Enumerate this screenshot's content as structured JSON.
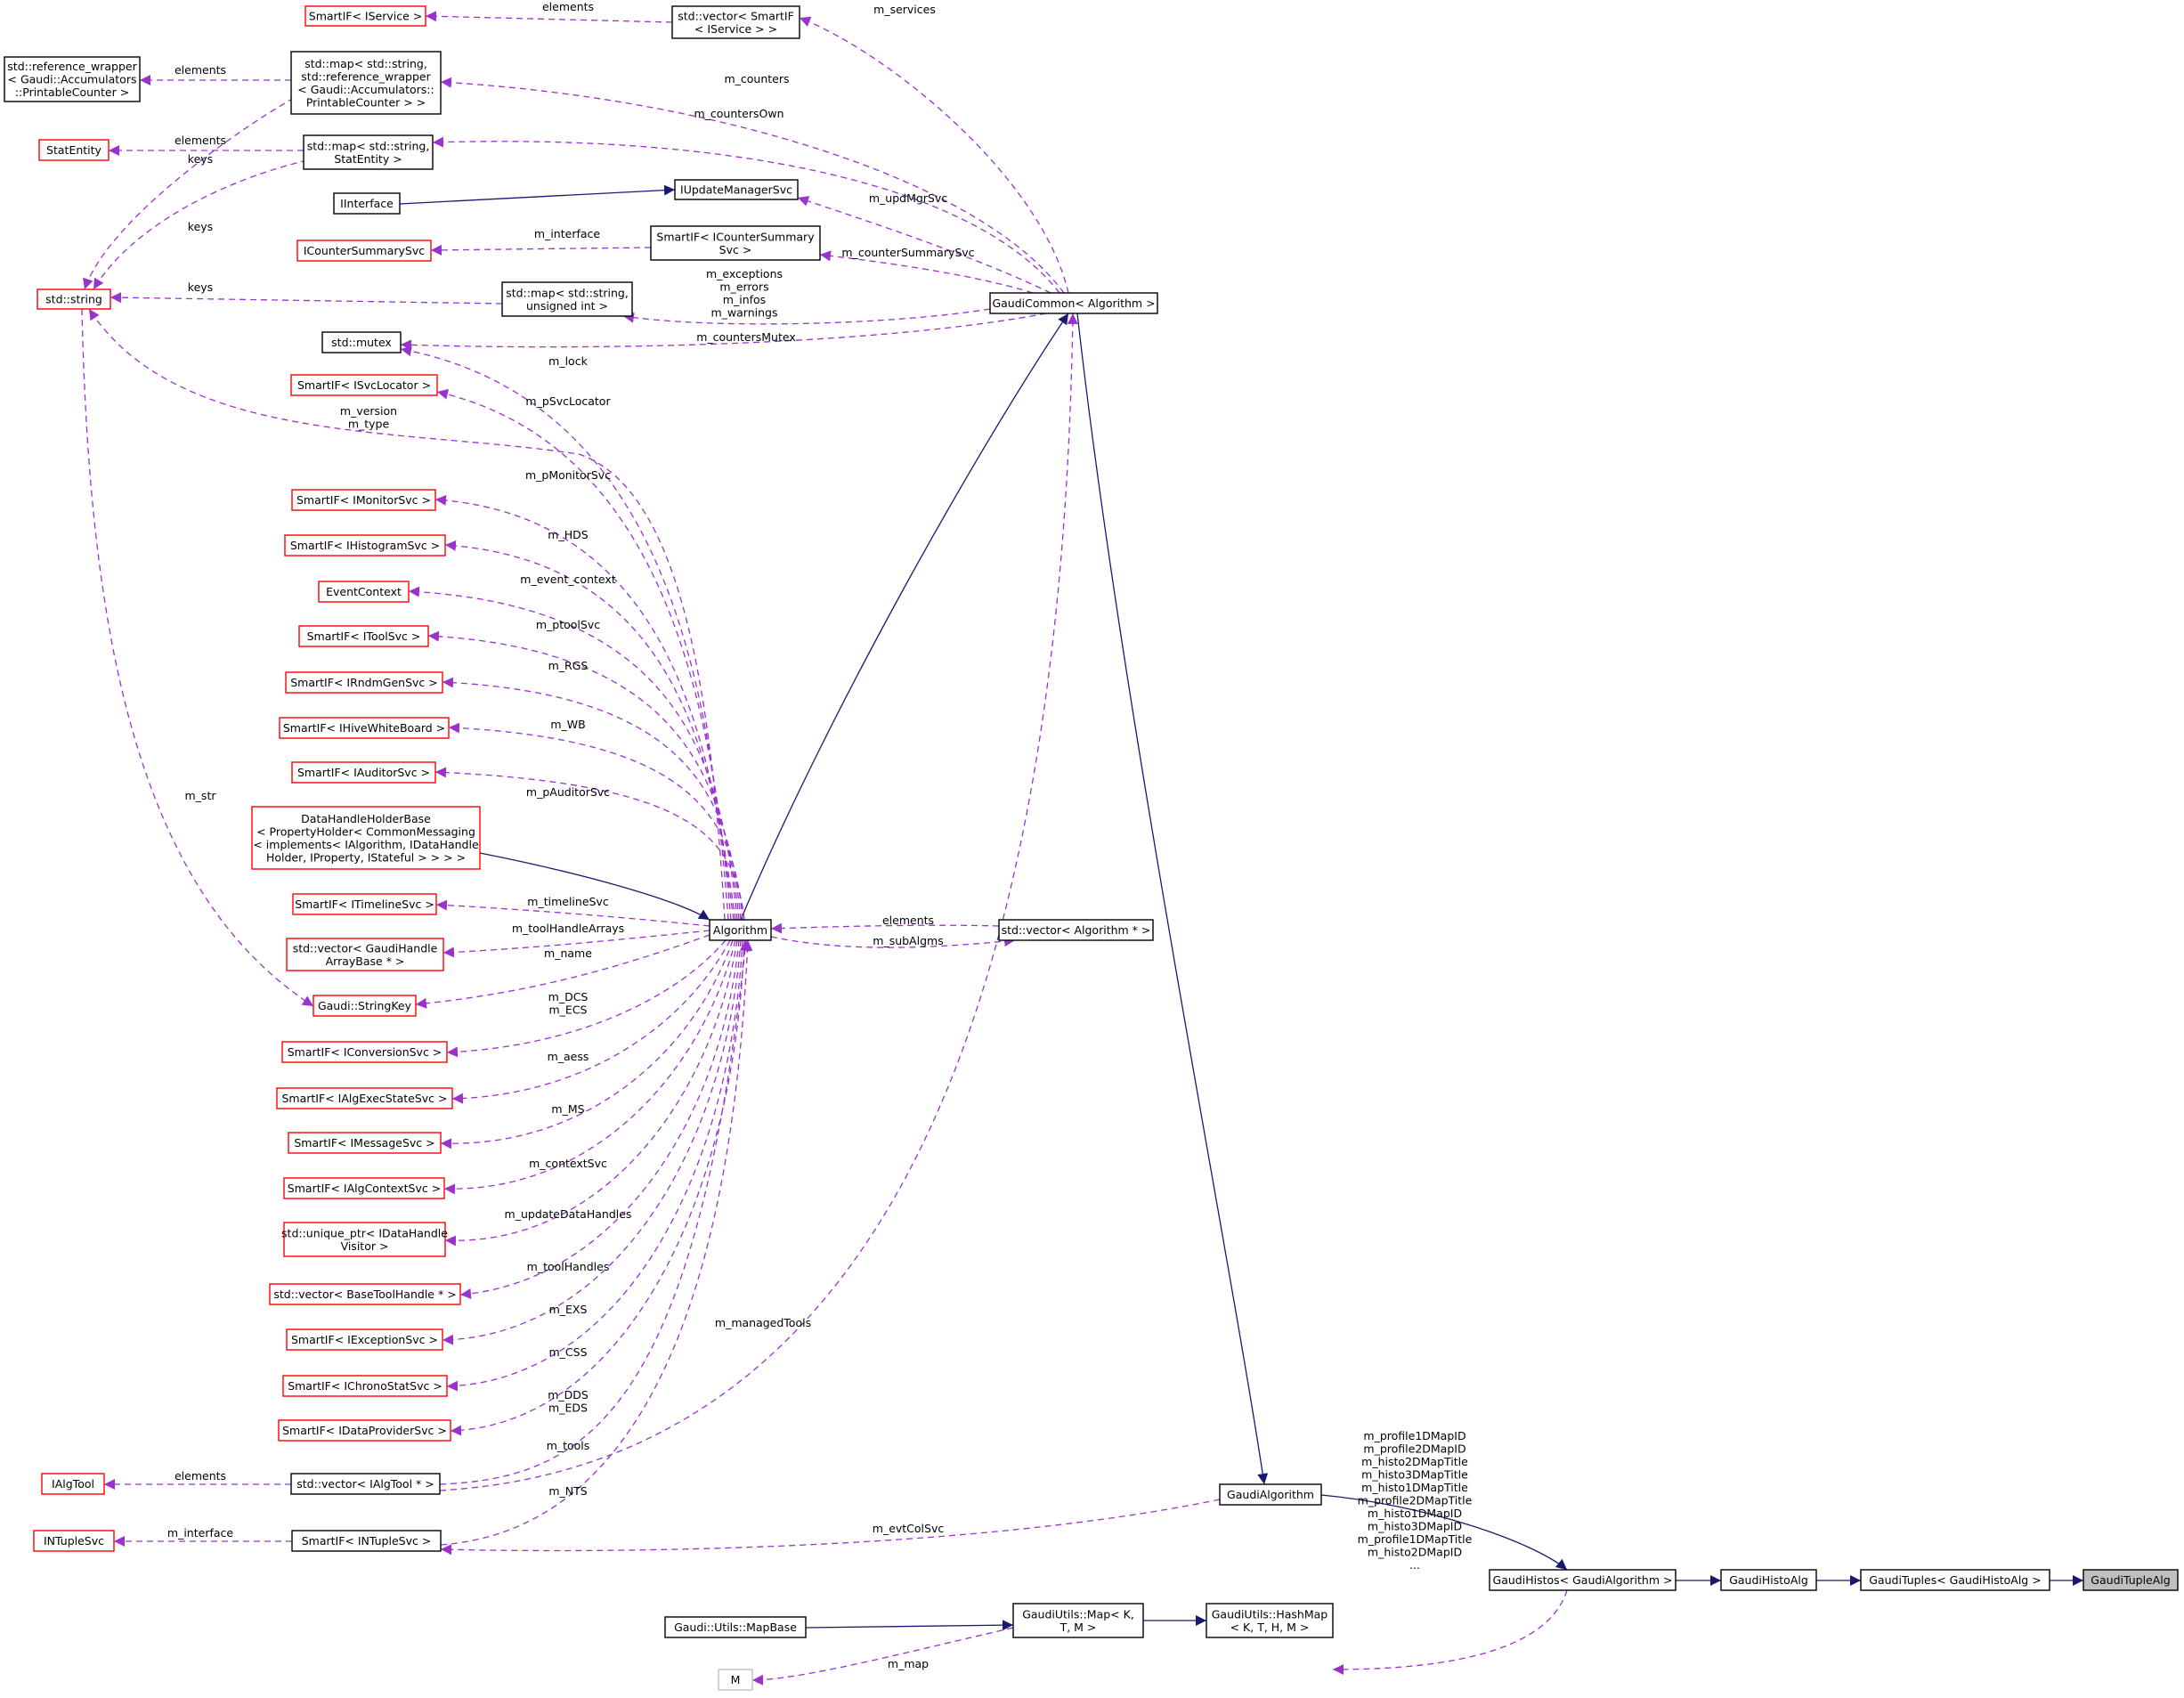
{
  "colors": {
    "background": "#ffffff",
    "node_border_documented": "#000000",
    "node_border_undocumented": "#ff0000",
    "node_border_template_param": "#bfbfbf",
    "node_fill_highlight": "#bfbfbf",
    "inheritance_edge": "#191970",
    "usage_edge": "#9a32cd"
  },
  "nodes": [
    {
      "id": "GaudiTupleAlg",
      "lines": [
        "GaudiTupleAlg"
      ],
      "style": "highlight"
    },
    {
      "id": "GaudiTuples",
      "lines": [
        "GaudiTuples< GaudiHistoAlg >"
      ],
      "style": "normal"
    },
    {
      "id": "GaudiHistoAlg",
      "lines": [
        "GaudiHistoAlg"
      ],
      "style": "normal"
    },
    {
      "id": "GaudiHistos",
      "lines": [
        "GaudiHistos< GaudiAlgorithm >"
      ],
      "style": "normal"
    },
    {
      "id": "GaudiAlgorithm",
      "lines": [
        "GaudiAlgorithm"
      ],
      "style": "normal"
    },
    {
      "id": "GaudiCommon",
      "lines": [
        "GaudiCommon< Algorithm >"
      ],
      "style": "normal"
    },
    {
      "id": "Algorithm",
      "lines": [
        "Algorithm"
      ],
      "style": "normal"
    },
    {
      "id": "SmartIF_IService",
      "lines": [
        "SmartIF< IService >"
      ],
      "style": "red"
    },
    {
      "id": "vector_SmartIF",
      "lines": [
        "std::vector< SmartIF",
        "< IService > >"
      ],
      "style": "normal"
    },
    {
      "id": "reference_wrapper",
      "lines": [
        "std::reference_wrapper",
        "< Gaudi::Accumulators",
        "::PrintableCounter >"
      ],
      "style": "normal"
    },
    {
      "id": "map_refwrap",
      "lines": [
        "std::map< std::string,",
        "std::reference_wrapper",
        "< Gaudi::Accumulators::",
        "PrintableCounter > >"
      ],
      "style": "normal"
    },
    {
      "id": "StatEntity",
      "lines": [
        "StatEntity"
      ],
      "style": "red"
    },
    {
      "id": "map_StatEntity",
      "lines": [
        "std::map< std::string,",
        "StatEntity >"
      ],
      "style": "normal"
    },
    {
      "id": "IInterface",
      "lines": [
        "IInterface"
      ],
      "style": "normal"
    },
    {
      "id": "IUpdateManagerSvc",
      "lines": [
        "IUpdateManagerSvc"
      ],
      "style": "normal"
    },
    {
      "id": "ICounterSummarySvc",
      "lines": [
        "ICounterSummarySvc"
      ],
      "style": "red"
    },
    {
      "id": "SmartIF_ICounterSummarySvc",
      "lines": [
        "SmartIF< ICounterSummary",
        "Svc >"
      ],
      "style": "normal"
    },
    {
      "id": "std_string",
      "lines": [
        "std::string"
      ],
      "style": "red"
    },
    {
      "id": "map_uint",
      "lines": [
        "std::map< std::string,",
        "unsigned int >"
      ],
      "style": "normal"
    },
    {
      "id": "std_mutex",
      "lines": [
        "std::mutex"
      ],
      "style": "normal"
    },
    {
      "id": "SmartIF_ISvcLocator",
      "lines": [
        "SmartIF< ISvcLocator >"
      ],
      "style": "red"
    },
    {
      "id": "SmartIF_IMonitorSvc",
      "lines": [
        "SmartIF< IMonitorSvc >"
      ],
      "style": "red"
    },
    {
      "id": "SmartIF_IHistogramSvc",
      "lines": [
        "SmartIF< IHistogramSvc >"
      ],
      "style": "red"
    },
    {
      "id": "EventContext",
      "lines": [
        "EventContext"
      ],
      "style": "red"
    },
    {
      "id": "SmartIF_IToolSvc",
      "lines": [
        "SmartIF< IToolSvc >"
      ],
      "style": "red"
    },
    {
      "id": "SmartIF_IRndmGenSvc",
      "lines": [
        "SmartIF< IRndmGenSvc >"
      ],
      "style": "red"
    },
    {
      "id": "SmartIF_IHiveWhiteBoard",
      "lines": [
        "SmartIF< IHiveWhiteBoard >"
      ],
      "style": "red"
    },
    {
      "id": "SmartIF_IAuditorSvc",
      "lines": [
        "SmartIF< IAuditorSvc >"
      ],
      "style": "red"
    },
    {
      "id": "DataHandleHolderBase",
      "lines": [
        "DataHandleHolderBase",
        "< PropertyHolder< CommonMessaging",
        "< implements< IAlgorithm, IDataHandle",
        "Holder, IProperty, IStateful > > > >"
      ],
      "style": "red"
    },
    {
      "id": "SmartIF_ITimelineSvc",
      "lines": [
        "SmartIF< ITimelineSvc >"
      ],
      "style": "red"
    },
    {
      "id": "vector_GaudiHandleArrayBase",
      "lines": [
        "std::vector< GaudiHandle",
        "ArrayBase * >"
      ],
      "style": "red"
    },
    {
      "id": "StringKey",
      "lines": [
        "Gaudi::StringKey"
      ],
      "style": "red"
    },
    {
      "id": "SmartIF_IConversionSvc",
      "lines": [
        "SmartIF< IConversionSvc >"
      ],
      "style": "red"
    },
    {
      "id": "SmartIF_IAlgExecStateSvc",
      "lines": [
        "SmartIF< IAlgExecStateSvc >"
      ],
      "style": "red"
    },
    {
      "id": "SmartIF_IMessageSvc",
      "lines": [
        "SmartIF< IMessageSvc >"
      ],
      "style": "red"
    },
    {
      "id": "SmartIF_IAlgContextSvc",
      "lines": [
        "SmartIF< IAlgContextSvc >"
      ],
      "style": "red"
    },
    {
      "id": "unique_ptr_IDataHandleVisitor",
      "lines": [
        "std::unique_ptr< IDataHandle",
        "Visitor >"
      ],
      "style": "red"
    },
    {
      "id": "vector_BaseToolHandle",
      "lines": [
        "std::vector< BaseToolHandle * >"
      ],
      "style": "red"
    },
    {
      "id": "SmartIF_IExceptionSvc",
      "lines": [
        "SmartIF< IExceptionSvc >"
      ],
      "style": "red"
    },
    {
      "id": "SmartIF_IChronoStatSvc",
      "lines": [
        "SmartIF< IChronoStatSvc >"
      ],
      "style": "red"
    },
    {
      "id": "SmartIF_IDataProviderSvc",
      "lines": [
        "SmartIF< IDataProviderSvc >"
      ],
      "style": "red"
    },
    {
      "id": "IAlgTool",
      "lines": [
        "IAlgTool"
      ],
      "style": "red"
    },
    {
      "id": "vector_IAlgTool",
      "lines": [
        "std::vector< IAlgTool * >"
      ],
      "style": "normal"
    },
    {
      "id": "INTupleSvc",
      "lines": [
        "INTupleSvc"
      ],
      "style": "red"
    },
    {
      "id": "SmartIF_INTupleSvc",
      "lines": [
        "SmartIF< INTupleSvc >"
      ],
      "style": "normal"
    },
    {
      "id": "vector_Algorithm",
      "lines": [
        "std::vector< Algorithm * >"
      ],
      "style": "normal"
    },
    {
      "id": "MapBase",
      "lines": [
        "Gaudi::Utils::MapBase"
      ],
      "style": "normal"
    },
    {
      "id": "GaudiUtils_Map",
      "lines": [
        "GaudiUtils::Map< K,",
        "T, M >"
      ],
      "style": "normal"
    },
    {
      "id": "GaudiUtils_HashMap",
      "lines": [
        "GaudiUtils::HashMap",
        "< K, T, H, M >"
      ],
      "style": "normal"
    },
    {
      "id": "M",
      "lines": [
        "M"
      ],
      "style": "gray"
    }
  ],
  "edges": [
    {
      "from": "GaudiTuples",
      "to": "GaudiTupleAlg",
      "kind": "inherit"
    },
    {
      "from": "GaudiHistoAlg",
      "to": "GaudiTuples",
      "kind": "inherit"
    },
    {
      "from": "GaudiHistos",
      "to": "GaudiHistoAlg",
      "kind": "inherit"
    },
    {
      "from": "GaudiAlgorithm",
      "to": "GaudiHistos",
      "kind": "inherit"
    },
    {
      "from": "GaudiCommon",
      "to": "GaudiAlgorithm",
      "kind": "inherit"
    },
    {
      "from": "Algorithm",
      "to": "GaudiCommon",
      "kind": "inherit"
    },
    {
      "from": "DataHandleHolderBase",
      "to": "Algorithm",
      "kind": "inherit"
    },
    {
      "from": "IInterface",
      "to": "IUpdateManagerSvc",
      "kind": "inherit"
    },
    {
      "from": "MapBase",
      "to": "GaudiUtils_Map",
      "kind": "inherit"
    },
    {
      "from": "GaudiUtils_Map",
      "to": "GaudiUtils_HashMap",
      "kind": "inherit"
    },
    {
      "from": "SmartIF_IService",
      "to": "vector_SmartIF",
      "kind": "use",
      "label": [
        "elements"
      ]
    },
    {
      "from": "vector_SmartIF",
      "to": "GaudiCommon",
      "kind": "use",
      "label": [
        "m_services"
      ]
    },
    {
      "from": "reference_wrapper",
      "to": "map_refwrap",
      "kind": "use",
      "label": [
        "elements"
      ]
    },
    {
      "from": "map_refwrap",
      "to": "GaudiCommon",
      "kind": "use",
      "label": [
        "m_counters"
      ]
    },
    {
      "from": "std_string",
      "to": "map_refwrap",
      "kind": "use",
      "label": [
        "keys"
      ]
    },
    {
      "from": "StatEntity",
      "to": "map_StatEntity",
      "kind": "use",
      "label": [
        "elements"
      ]
    },
    {
      "from": "map_StatEntity",
      "to": "GaudiCommon",
      "kind": "use",
      "label": [
        "m_countersOwn"
      ]
    },
    {
      "from": "std_string",
      "to": "map_StatEntity",
      "kind": "use",
      "label": [
        "keys"
      ]
    },
    {
      "from": "IUpdateManagerSvc",
      "to": "GaudiCommon",
      "kind": "use",
      "label": [
        "m_updMgrSvc"
      ]
    },
    {
      "from": "ICounterSummarySvc",
      "to": "SmartIF_ICounterSummarySvc",
      "kind": "use",
      "label": [
        "m_interface"
      ]
    },
    {
      "from": "SmartIF_ICounterSummarySvc",
      "to": "GaudiCommon",
      "kind": "use",
      "label": [
        "m_counterSummarySvc"
      ]
    },
    {
      "from": "std_string",
      "to": "map_uint",
      "kind": "use",
      "label": [
        "keys"
      ]
    },
    {
      "from": "map_uint",
      "to": "GaudiCommon",
      "kind": "use",
      "label": [
        "m_exceptions",
        "m_errors",
        "m_infos",
        "m_warnings"
      ]
    },
    {
      "from": "std_mutex",
      "to": "GaudiCommon",
      "kind": "use",
      "label": [
        "m_countersMutex"
      ]
    },
    {
      "from": "std_mutex",
      "to": "Algorithm",
      "kind": "use",
      "label": [
        "m_lock"
      ]
    },
    {
      "from": "SmartIF_ISvcLocator",
      "to": "Algorithm",
      "kind": "use",
      "label": [
        "m_pSvcLocator"
      ]
    },
    {
      "from": "std_string",
      "to": "Algorithm",
      "kind": "use",
      "label": [
        "m_version",
        "m_type"
      ]
    },
    {
      "from": "SmartIF_IMonitorSvc",
      "to": "Algorithm",
      "kind": "use",
      "label": [
        "m_pMonitorSvc"
      ]
    },
    {
      "from": "SmartIF_IHistogramSvc",
      "to": "Algorithm",
      "kind": "use",
      "label": [
        "m_HDS"
      ]
    },
    {
      "from": "EventContext",
      "to": "Algorithm",
      "kind": "use",
      "label": [
        "m_event_context"
      ]
    },
    {
      "from": "SmartIF_IToolSvc",
      "to": "Algorithm",
      "kind": "use",
      "label": [
        "m_ptoolSvc"
      ]
    },
    {
      "from": "SmartIF_IRndmGenSvc",
      "to": "Algorithm",
      "kind": "use",
      "label": [
        "m_RGS"
      ]
    },
    {
      "from": "SmartIF_IHiveWhiteBoard",
      "to": "Algorithm",
      "kind": "use",
      "label": [
        "m_WB"
      ]
    },
    {
      "from": "SmartIF_IAuditorSvc",
      "to": "Algorithm",
      "kind": "use",
      "label": [
        "m_pAuditorSvc"
      ]
    },
    {
      "from": "std_string",
      "to": "StringKey",
      "kind": "use",
      "label": [
        "m_str"
      ]
    },
    {
      "from": "SmartIF_ITimelineSvc",
      "to": "Algorithm",
      "kind": "use",
      "label": [
        "m_timelineSvc"
      ]
    },
    {
      "from": "vector_GaudiHandleArrayBase",
      "to": "Algorithm",
      "kind": "use",
      "label": [
        "m_toolHandleArrays"
      ]
    },
    {
      "from": "StringKey",
      "to": "Algorithm",
      "kind": "use",
      "label": [
        "m_name"
      ]
    },
    {
      "from": "SmartIF_IConversionSvc",
      "to": "Algorithm",
      "kind": "use",
      "label": [
        "m_DCS",
        "m_ECS"
      ]
    },
    {
      "from": "SmartIF_IAlgExecStateSvc",
      "to": "Algorithm",
      "kind": "use",
      "label": [
        "m_aess"
      ]
    },
    {
      "from": "SmartIF_IMessageSvc",
      "to": "Algorithm",
      "kind": "use",
      "label": [
        "m_MS"
      ]
    },
    {
      "from": "SmartIF_IAlgContextSvc",
      "to": "Algorithm",
      "kind": "use",
      "label": [
        "m_contextSvc"
      ]
    },
    {
      "from": "unique_ptr_IDataHandleVisitor",
      "to": "Algorithm",
      "kind": "use",
      "label": [
        "m_updateDataHandles"
      ]
    },
    {
      "from": "vector_BaseToolHandle",
      "to": "Algorithm",
      "kind": "use",
      "label": [
        "m_toolHandles"
      ]
    },
    {
      "from": "SmartIF_IExceptionSvc",
      "to": "Algorithm",
      "kind": "use",
      "label": [
        "m_EXS"
      ]
    },
    {
      "from": "SmartIF_IChronoStatSvc",
      "to": "Algorithm",
      "kind": "use",
      "label": [
        "m_CSS"
      ]
    },
    {
      "from": "SmartIF_IDataProviderSvc",
      "to": "Algorithm",
      "kind": "use",
      "label": [
        "m_DDS",
        "m_EDS"
      ]
    },
    {
      "from": "vector_IAlgTool",
      "to": "Algorithm",
      "kind": "use",
      "label": [
        "m_tools"
      ]
    },
    {
      "from": "SmartIF_INTupleSvc",
      "to": "Algorithm",
      "kind": "use",
      "label": [
        "m_NTS"
      ]
    },
    {
      "from": "vector_IAlgTool",
      "to": "GaudiCommon",
      "kind": "use",
      "label": [
        "m_managedTools"
      ]
    },
    {
      "from": "IAlgTool",
      "to": "vector_IAlgTool",
      "kind": "use",
      "label": [
        "elements"
      ]
    },
    {
      "from": "INTupleSvc",
      "to": "SmartIF_INTupleSvc",
      "kind": "use",
      "label": [
        "m_interface"
      ]
    },
    {
      "from": "SmartIF_INTupleSvc",
      "to": "GaudiAlgorithm",
      "kind": "use",
      "label": [
        "m_evtColSvc"
      ]
    },
    {
      "from": "Algorithm",
      "to": "vector_Algorithm",
      "kind": "use",
      "label": [
        "elements"
      ]
    },
    {
      "from": "vector_Algorithm",
      "to": "Algorithm",
      "kind": "use",
      "label": [
        "m_subAlgms"
      ]
    },
    {
      "from": "M",
      "to": "GaudiUtils_Map",
      "kind": "use",
      "label": [
        "m_map"
      ]
    },
    {
      "from": "GaudiUtils_HashMap",
      "to": "GaudiHistos",
      "kind": "use",
      "label": [
        "m_profile1DMapID",
        "m_profile2DMapID",
        "m_histo2DMapTitle",
        "m_histo3DMapTitle",
        "m_histo1DMapTitle",
        "m_profile2DMapTitle",
        "m_histo1DMapID",
        "m_histo3DMapID",
        "m_profile1DMapTitle",
        "m_histo2DMapID",
        "..."
      ]
    }
  ]
}
